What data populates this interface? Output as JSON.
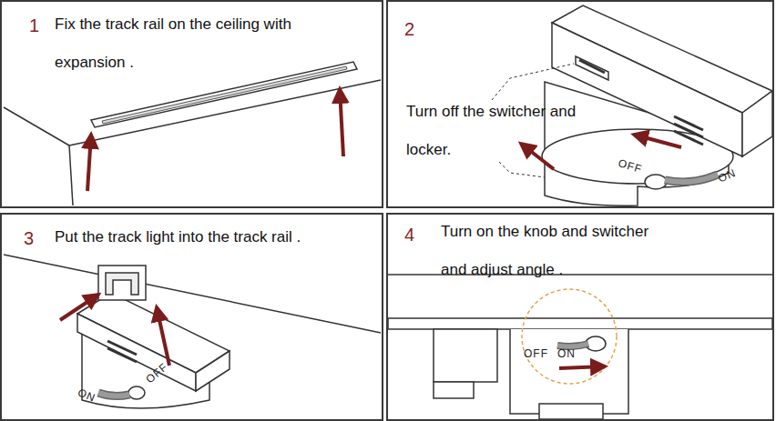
{
  "diagram": {
    "nodes": [
      {
        "text": [
          "1",
          "Fix the track rail on the ceiling with expansion ."
        ]
      },
      {
        "text": [
          "2",
          "Turn off the switcher and locker."
        ]
      },
      {
        "text": [
          "3",
          "Put the track light into the track rail ."
        ]
      },
      {
        "text": [
          "4",
          "Turn on the knob and switcher and adjust angle ."
        ]
      }
    ],
    "labels": [
      "OFF",
      "ON",
      "ON",
      "OFF",
      "OFF",
      "ON"
    ]
  }
}
